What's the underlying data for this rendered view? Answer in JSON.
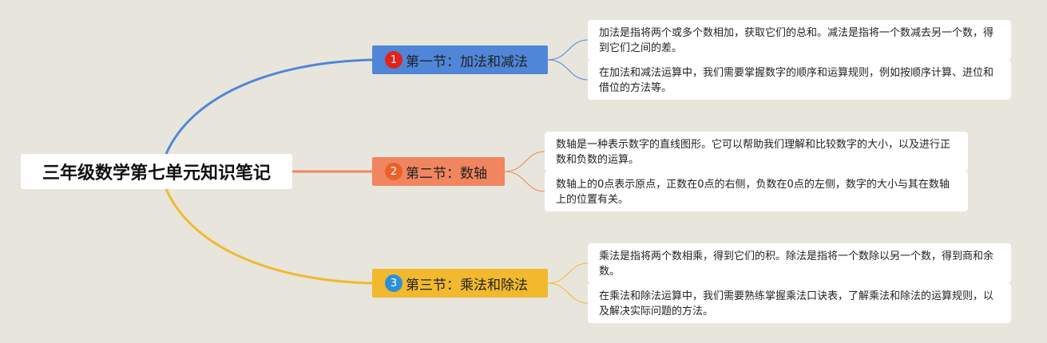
{
  "root": {
    "title": "三年级数学第七单元知识笔记"
  },
  "colors": {
    "blue": "#4f86d8",
    "orange": "#f0855f",
    "yellow": "#f2b92f",
    "red_badge": "#e2231a",
    "orange_badge": "#e8622b",
    "blue_badge": "#2d8fd5"
  },
  "branches": [
    {
      "badge": "1",
      "label": "第一节：加法和减法",
      "notes": [
        "加法是指将两个或多个数相加，获取它们的总和。减法是指将一个数减去另一个数，得到它们之间的差。",
        "在加法和减法运算中，我们需要掌握数字的顺序和运算规则，例如按顺序计算、进位和借位的方法等。"
      ]
    },
    {
      "badge": "2",
      "label": "第二节：数轴",
      "notes": [
        "数轴是一种表示数字的直线图形。它可以帮助我们理解和比较数字的大小，以及进行正数和负数的运算。",
        "数轴上的0点表示原点，正数在0点的右侧，负数在0点的左侧，数字的大小与其在数轴上的位置有关。"
      ]
    },
    {
      "badge": "3",
      "label": "第三节：乘法和除法",
      "notes": [
        "乘法是指将两个数相乘，得到它们的积。除法是指将一个数除以另一个数，得到商和余数。",
        "在乘法和除法运算中，我们需要熟练掌握乘法口诀表，了解乘法和除法的运算规则，以及解决实际问题的方法。"
      ]
    }
  ]
}
